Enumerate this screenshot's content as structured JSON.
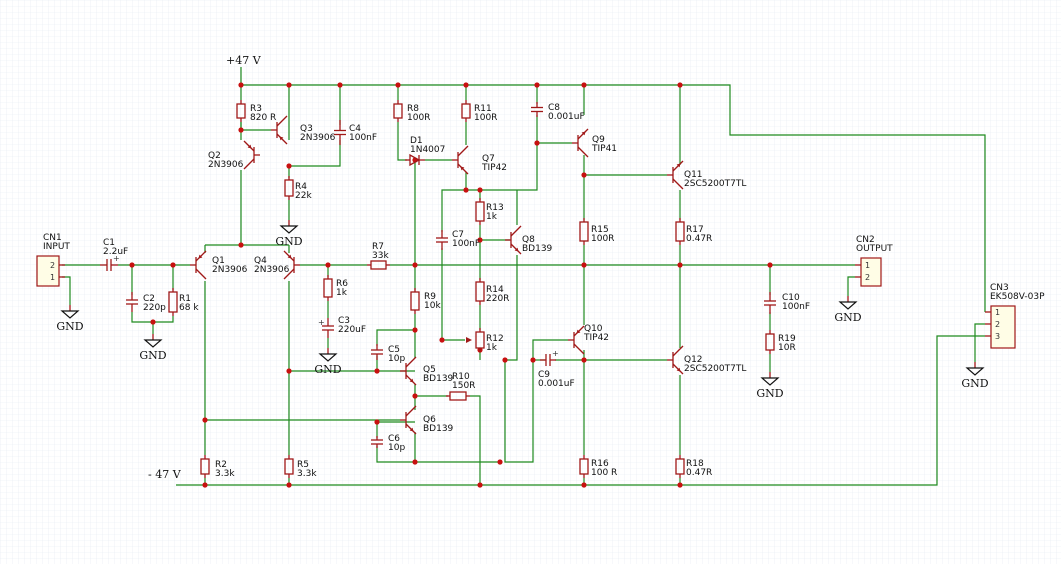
{
  "rails": {
    "plus": "+47 V",
    "minus": "- 47 V"
  },
  "gnd": "GND",
  "components": [
    {
      "key": "cn1",
      "ref": "CN1",
      "val": "INPUT",
      "pins": [
        "2",
        "1"
      ]
    },
    {
      "key": "c1",
      "ref": "C1",
      "val": "2.2uF"
    },
    {
      "key": "c2",
      "ref": "C2",
      "val": "220p"
    },
    {
      "key": "r1",
      "ref": "R1",
      "val": "68 k"
    },
    {
      "key": "q1",
      "ref": "Q1",
      "val": "2N3906"
    },
    {
      "key": "q2",
      "ref": "Q2",
      "val": "2N3906"
    },
    {
      "key": "r3",
      "ref": "R3",
      "val": "820 R"
    },
    {
      "key": "q3",
      "ref": "Q3",
      "val": "2N3906"
    },
    {
      "key": "c4",
      "ref": "C4",
      "val": "100nF"
    },
    {
      "key": "r4",
      "ref": "R4",
      "val": "22k"
    },
    {
      "key": "q4",
      "ref": "Q4",
      "val": "2N3906"
    },
    {
      "key": "r6",
      "ref": "R6",
      "val": "1k"
    },
    {
      "key": "c3",
      "ref": "C3",
      "val": "220uF"
    },
    {
      "key": "r7",
      "ref": "R7",
      "val": "33k"
    },
    {
      "key": "r8",
      "ref": "R8",
      "val": "100R"
    },
    {
      "key": "d1",
      "ref": "D1",
      "val": "1N4007"
    },
    {
      "key": "r11",
      "ref": "R11",
      "val": "100R"
    },
    {
      "key": "q7",
      "ref": "Q7",
      "val": "TIP42"
    },
    {
      "key": "r9",
      "ref": "R9",
      "val": "10k"
    },
    {
      "key": "c5",
      "ref": "C5",
      "val": "10p"
    },
    {
      "key": "q5",
      "ref": "Q5",
      "val": "BD139"
    },
    {
      "key": "r10",
      "ref": "R10",
      "val": "150R"
    },
    {
      "key": "q6",
      "ref": "Q6",
      "val": "BD139"
    },
    {
      "key": "c6",
      "ref": "C6",
      "val": "10p"
    },
    {
      "key": "c7",
      "ref": "C7",
      "val": "100nF"
    },
    {
      "key": "r13",
      "ref": "R13",
      "val": "1k"
    },
    {
      "key": "q8",
      "ref": "Q8",
      "val": "BD139"
    },
    {
      "key": "r14",
      "ref": "R14",
      "val": "220R"
    },
    {
      "key": "r12",
      "ref": "R12",
      "val": "1k"
    },
    {
      "key": "c8",
      "ref": "C8",
      "val": "0.001uF"
    },
    {
      "key": "q9",
      "ref": "Q9",
      "val": "TIP41"
    },
    {
      "key": "r15",
      "ref": "R15",
      "val": "100R"
    },
    {
      "key": "q10",
      "ref": "Q10",
      "val": "TIP42"
    },
    {
      "key": "c9",
      "ref": "C9",
      "val": "0.001uF"
    },
    {
      "key": "r16",
      "ref": "R16",
      "val": "100 R"
    },
    {
      "key": "q11",
      "ref": "Q11",
      "val": "2SC5200T7TL"
    },
    {
      "key": "r17",
      "ref": "R17",
      "val": "0.47R"
    },
    {
      "key": "q12",
      "ref": "Q12",
      "val": "2SC5200T7TL"
    },
    {
      "key": "r18",
      "ref": "R18",
      "val": "0.47R"
    },
    {
      "key": "r2",
      "ref": "R2",
      "val": "3.3k"
    },
    {
      "key": "r5",
      "ref": "R5",
      "val": "3.3k"
    },
    {
      "key": "cn2",
      "ref": "CN2",
      "val": "OUTPUT",
      "pins": [
        "1",
        "2"
      ]
    },
    {
      "key": "c10",
      "ref": "C10",
      "val": "100nF"
    },
    {
      "key": "r19",
      "ref": "R19",
      "val": "10R"
    },
    {
      "key": "cn3",
      "ref": "CN3",
      "val": "EK508V-03P",
      "pins": [
        "1",
        "2",
        "3"
      ]
    }
  ],
  "colors": {
    "wire": "#1f8a1f",
    "component": "#a01818",
    "junction": "#c81010",
    "grid": "#e4eaf2"
  }
}
